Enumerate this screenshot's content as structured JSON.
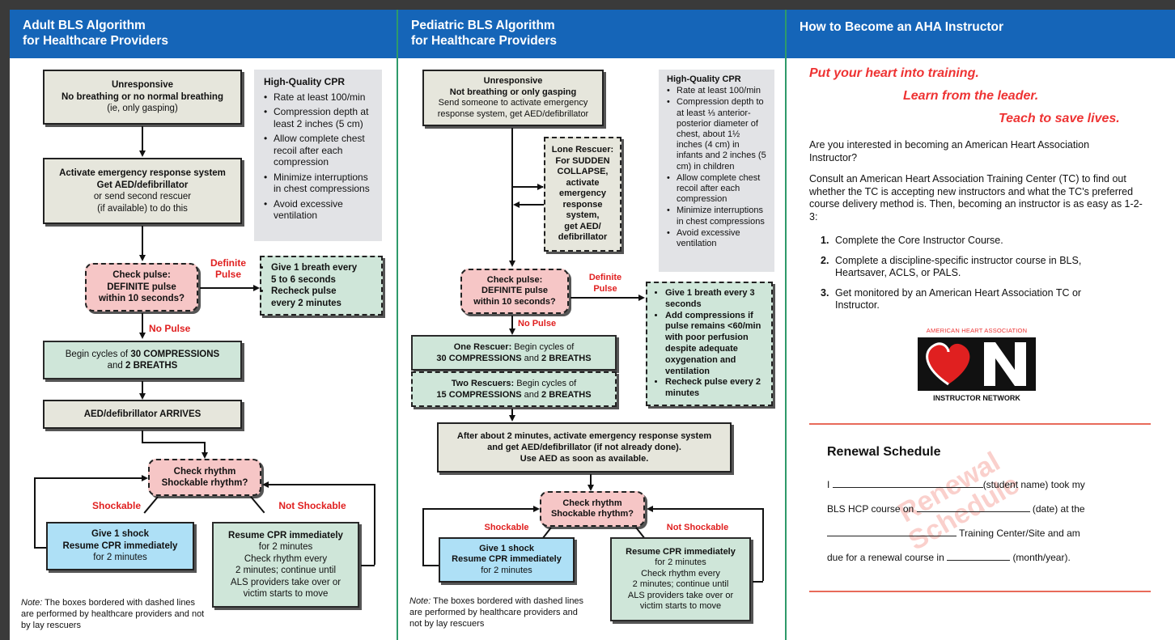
{
  "adult": {
    "header": [
      "Adult BLS Algorithm",
      "for Healthcare Providers"
    ],
    "box1": {
      "bold1": "Unresponsive",
      "bold2": "No breathing or no normal breathing",
      "normal": "(ie, only gasping)"
    },
    "box2": {
      "bold1": "Activate emergency response system",
      "bold2": "Get AED/defibrillator",
      "normal1": "or send second rescuer",
      "normal2": "(if available) to do this"
    },
    "hq": {
      "title": "High-Quality CPR",
      "items": [
        "Rate at least 100/min",
        "Compression depth at least 2 inches (5 cm)",
        "Allow complete chest recoil after each compression",
        "Minimize interruptions in chest compressions",
        "Avoid excessive ventilation"
      ]
    },
    "pulse": [
      "Check pulse:",
      "DEFINITE pulse",
      "within 10 seconds?"
    ],
    "definite": [
      "Definite",
      "Pulse"
    ],
    "breath": [
      "Give 1 breath every",
      "5 to 6 seconds",
      "Recheck pulse",
      "every 2 minutes"
    ],
    "no_pulse": "No Pulse",
    "cycles": {
      "pre": "Begin cycles of ",
      "b1": "30 COMPRESSIONS",
      "mid": "and ",
      "b2": "2 BREATHS"
    },
    "aed": "AED/defibrillator ARRIVES",
    "rhythm": [
      "Check rhythm",
      "Shockable rhythm?"
    ],
    "shockable": "Shockable",
    "not_shockable": "Not Shockable",
    "shock": [
      "Give 1 shock",
      "Resume CPR immediately",
      "for 2 minutes"
    ],
    "resume": {
      "bold": "Resume CPR immediately",
      "lines": [
        "for 2 minutes",
        "Check rhythm every",
        "2 minutes; continue until",
        "ALS providers take over or",
        "victim starts to move"
      ]
    },
    "note": {
      "label": "Note:",
      "text": " The boxes bordered with dashed lines are performed by healthcare providers and not by lay rescuers"
    }
  },
  "pediatric": {
    "header": [
      "Pediatric BLS Algorithm",
      "for Healthcare Providers"
    ],
    "box1": {
      "bold1": "Unresponsive",
      "bold2": "Not breathing or only gasping",
      "normal1": "Send someone to activate emergency",
      "normal2": "response system, get AED/defibrillator"
    },
    "lone": [
      "Lone Rescuer:",
      "For SUDDEN",
      "COLLAPSE,",
      "activate",
      "emergency",
      "response",
      "system,",
      "get AED/",
      "defibrillator"
    ],
    "hq": {
      "title": "High-Quality CPR",
      "items": [
        "Rate at least 100/min",
        "Compression depth to at least ⅓ anterior-posterior diameter of chest, about 1½ inches (4 cm) in infants and 2 inches (5 cm) in children",
        "Allow complete chest recoil after each compression",
        "Minimize interruptions in chest compressions",
        "Avoid excessive ventilation"
      ]
    },
    "pulse": [
      "Check pulse:",
      "DEFINITE pulse",
      "within 10 seconds?"
    ],
    "definite": [
      "Definite",
      "Pulse"
    ],
    "breath": [
      "Give 1 breath every 3 seconds",
      "Add compressions if pulse remains <60/min with poor perfusion despite adequate oxygenation and ventilation",
      "Recheck pulse every 2 minutes"
    ],
    "no_pulse": "No Pulse",
    "one": {
      "label": "One Rescuer:",
      "text": " Begin cycles of",
      "b1": "30 COMPRESSIONS",
      "mid": " and ",
      "b2": "2 BREATHS"
    },
    "two": {
      "label": "Two Rescuers:",
      "text": " Begin cycles of",
      "b1": "15 COMPRESSIONS",
      "mid": " and ",
      "b2": "2 BREATHS"
    },
    "after": [
      "After about 2 minutes, activate emergency response system",
      "and get AED/defibrillator (if not already done).",
      "Use AED as soon as available."
    ],
    "rhythm": [
      "Check rhythm",
      "Shockable rhythm?"
    ],
    "shockable": "Shockable",
    "not_shockable": "Not Shockable",
    "shock": [
      "Give 1 shock",
      "Resume CPR immediately",
      "for 2 minutes"
    ],
    "resume": {
      "bold": "Resume CPR immediately",
      "lines": [
        "for 2 minutes",
        "Check rhythm every",
        "2 minutes; continue until",
        "ALS providers take over or",
        "victim starts to move"
      ]
    },
    "note": {
      "label": "Note:",
      "text": " The boxes bordered with dashed lines are performed by healthcare providers and not by lay rescuers"
    }
  },
  "instructor": {
    "header": "How to Become an AHA Instructor",
    "tag1": "Put your heart into training.",
    "tag2": "Learn from the leader.",
    "tag3": "Teach to save lives.",
    "p1": "Are you interested in becoming an American Heart Association Instructor?",
    "p2": "Consult an American Heart Association Training Center (TC) to find out whether the TC is accepting new instructors and what the TC's preferred course delivery method is. Then, becoming an instructor is as easy as 1-2-3:",
    "steps": [
      {
        "n": "1.",
        "t": "Complete the Core Instructor Course."
      },
      {
        "n": "2.",
        "t": "Complete a discipline-specific instructor course in BLS, Heartsaver, ACLS, or PALS."
      },
      {
        "n": "3.",
        "t": "Get monitored by an American Heart Association TC or Instructor."
      }
    ],
    "logo_top": "AMERICAN HEART ASSOCIATION",
    "logo_bottom": "INSTRUCTOR NETWORK",
    "renewal_title": "Renewal Schedule",
    "watermark": [
      "Renewal",
      "Schedule"
    ],
    "r1a": "I",
    "r1b": "(student name) took my",
    "r2a": "BLS HCP course on",
    "r2b": "(date) at the",
    "r3": "Training Center/Site and am",
    "r4a": "due for a renewal course in",
    "r4b": "(month/year)."
  }
}
